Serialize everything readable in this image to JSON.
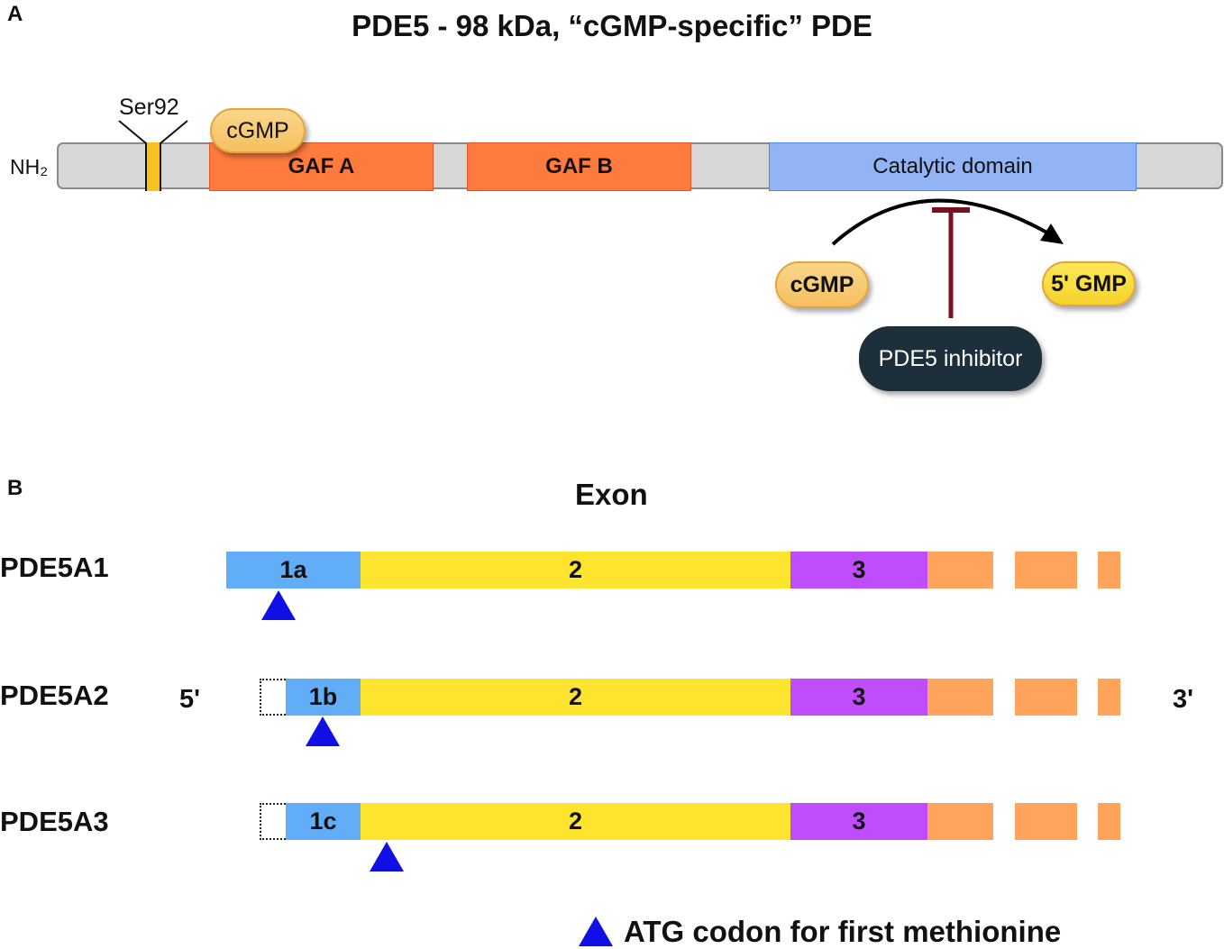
{
  "panel_a": {
    "letter": "A",
    "title": "PDE5 - 98 kDa, “cGMP-specific” PDE",
    "n_terminus": "NH₂",
    "site_label": "Ser92",
    "bound_ligand": "cGMP",
    "domains": [
      "GAF A",
      "GAF B",
      "Catalytic domain"
    ],
    "substrate": "cGMP",
    "product": "5' GMP",
    "inhibitor": "PDE5 inhibitor",
    "colors": {
      "gaf": "#ff7a3d",
      "catalytic": "#92b4f4",
      "site": "#f7c21e",
      "inhibition": "#7a1020"
    }
  },
  "panel_b": {
    "letter": "B",
    "title": "Exon",
    "five_prime": "5'",
    "three_prime": "3'",
    "isoforms": [
      {
        "name": "PDE5A1",
        "first_exon": "1a"
      },
      {
        "name": "PDE5A2",
        "first_exon": "1b"
      },
      {
        "name": "PDE5A3",
        "first_exon": "1c"
      }
    ],
    "exon_2": "2",
    "exon_3": "3",
    "legend": "ATG codon for first methionine",
    "colors": {
      "exon1": "#62adf7",
      "exon2": "#fde52f",
      "exon3": "#c04dfc",
      "exon_rest": "#ffa45a",
      "atg_marker": "#1010e6"
    }
  }
}
